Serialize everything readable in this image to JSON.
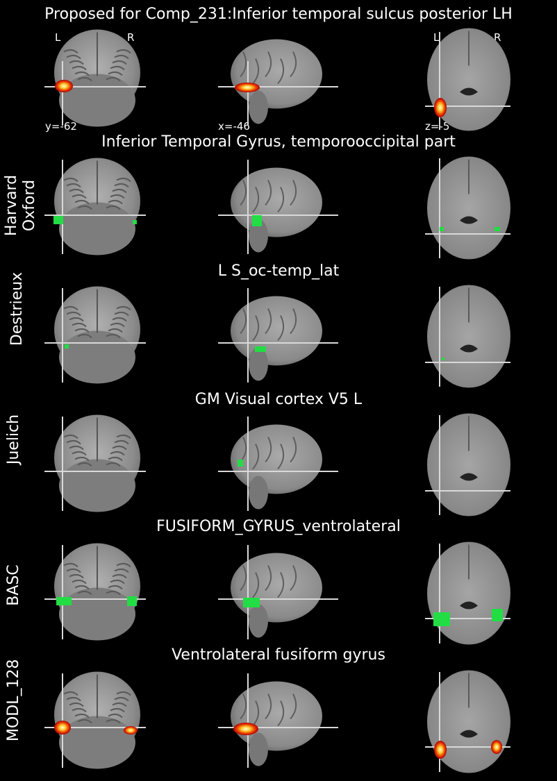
{
  "figure": {
    "main_title": "Proposed for Comp_231:Inferior temporal sulcus posterior LH",
    "orientation_labels": {
      "left": "L",
      "right": "R"
    },
    "coords": {
      "coronal": "y=-62",
      "sagittal": "x=-46",
      "axial": "z=-5"
    }
  },
  "rows": [
    {
      "atlas": "",
      "region": "",
      "overlay": "heat"
    },
    {
      "atlas": "Harvard\nOxford",
      "region": "Inferior Temporal Gyrus, temporooccipital part",
      "overlay": "green"
    },
    {
      "atlas": "Destrieux",
      "region": "L S_oc-temp_lat",
      "overlay": "green"
    },
    {
      "atlas": "Juelich",
      "region": "GM Visual cortex V5 L",
      "overlay": "green"
    },
    {
      "atlas": "BASC",
      "region": "FUSIFORM_GYRUS_ventrolateral",
      "overlay": "green"
    },
    {
      "atlas": "MODL_128",
      "region": "Ventrolateral fusiform gyrus",
      "overlay": "heat"
    }
  ],
  "colors": {
    "background": "#000000",
    "crosshair": "#d9d9d9",
    "green_overlay": "#22dd44",
    "heat_core": "#ffffcc",
    "heat_mid": "#ff9900",
    "heat_edge": "#cc1100"
  }
}
